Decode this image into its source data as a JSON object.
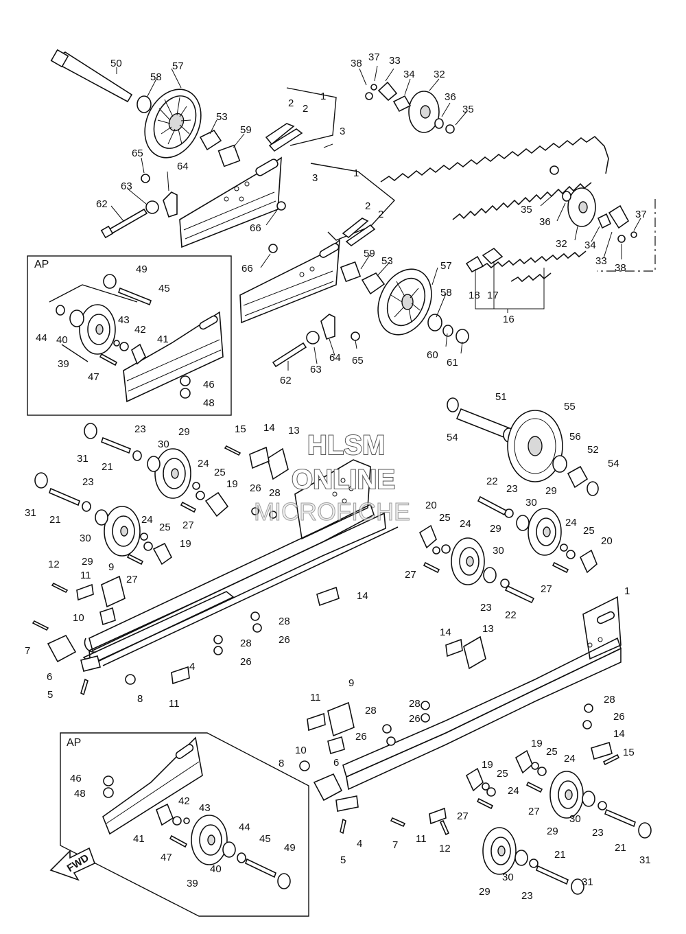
{
  "inset_labels": [
    "AP",
    "AP"
  ],
  "direction_arrow": {
    "label": "FWD"
  },
  "watermark": {
    "line1": "HLSM",
    "line2": "ONLINE",
    "line3": "MICROFICHE"
  },
  "callouts": [
    "1",
    "2",
    "3",
    "4",
    "5",
    "6",
    "7",
    "8",
    "9",
    "10",
    "11",
    "12",
    "13",
    "14",
    "15",
    "16",
    "17",
    "18",
    "19",
    "20",
    "21",
    "22",
    "23",
    "24",
    "25",
    "26",
    "27",
    "28",
    "29",
    "30",
    "31",
    "32",
    "33",
    "34",
    "35",
    "36",
    "37",
    "38",
    "39",
    "40",
    "41",
    "42",
    "43",
    "44",
    "45",
    "46",
    "47",
    "48",
    "49",
    "50",
    "51",
    "52",
    "53",
    "54",
    "55",
    "56",
    "57",
    "58",
    "59",
    "60",
    "61",
    "62",
    "63",
    "64",
    "65",
    "66"
  ]
}
